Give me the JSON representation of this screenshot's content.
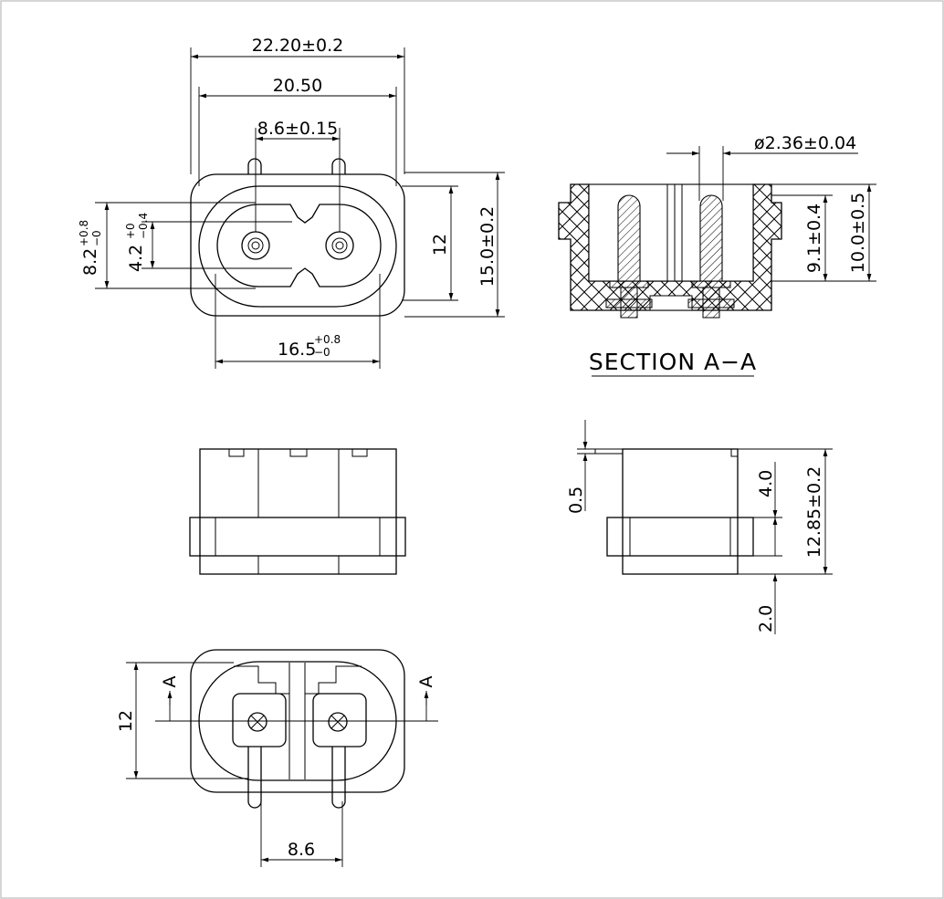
{
  "drawing": {
    "border_color": "#c8c8c8",
    "line_color": "#000000",
    "front_view": {
      "dim_overall_width": "22.20±0.2",
      "dim_inner_width": "20.50",
      "dim_pin_pitch": "8.6±0.15",
      "dim_opening_height": "12",
      "dim_body_height": "15.0±0.2",
      "dim_cavity_width_base": "16.5",
      "dim_cavity_width_tol_upper": "+0.8",
      "dim_cavity_width_tol_lower": "−0",
      "dim_opening_height_base": "8.2",
      "dim_opening_height_tol_upper": "+0.8",
      "dim_opening_height_tol_lower": "−0",
      "dim_neck_height_base": "4.2",
      "dim_neck_height_tol_upper": "+0",
      "dim_neck_height_tol_lower": "−0.4"
    },
    "section_view": {
      "title": "SECTION A−A",
      "dim_pin_diameter": "ø2.36±0.04",
      "dim_pin_length": "9.1±0.4",
      "dim_depth": "10.0±0.5"
    },
    "side_view": {
      "dim_top_step": "0.5",
      "dim_flange_offset": "4.0",
      "dim_total_height": "12.85±0.2",
      "dim_bottom_step": "2.0"
    },
    "bottom_view": {
      "dim_height": "12",
      "dim_pin_pitch": "8.6",
      "section_marker_left": "A",
      "section_marker_right": "A"
    }
  }
}
